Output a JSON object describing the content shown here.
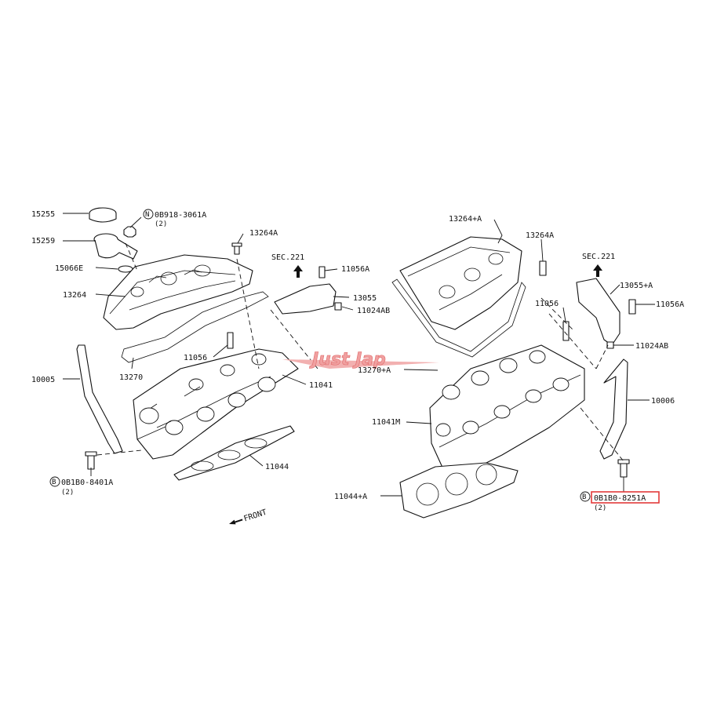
{
  "watermark": "Just Jap",
  "left": {
    "p15255": "15255",
    "p0b918_letter": "N",
    "p0b918": "0B918-3061A",
    "p0b918_qty": "(2)",
    "p15259": "15259",
    "p13264a": "13264A",
    "p15066e": "15066E",
    "p13264": "13264",
    "sec221": "SEC.221",
    "p11056a": "11056A",
    "p13055": "13055",
    "p11024ab": "11024AB",
    "p11056": "11056",
    "p13270": "13270",
    "p11041": "11041",
    "p10005": "10005",
    "p11044": "11044",
    "p0b1b0_letter": "B",
    "p0b1b0": "0B1B0-8401A",
    "p0b1b0_qty": "(2)",
    "front": "FRONT"
  },
  "right": {
    "p13264a_plus": "13264+A",
    "p13264a": "13264A",
    "sec221": "SEC.221",
    "p13055a": "13055+A",
    "p11056a": "11056A",
    "p11056": "11056",
    "p11024ab": "11024AB",
    "p13270a": "13270+A",
    "p10006": "10006",
    "p11041m": "11041M",
    "p11044a": "11044+A",
    "p0b1b0_letter": "B",
    "p0b1b0": "0B1B0-8251A",
    "p0b1b0_qty": "(2)"
  },
  "highlight_color": "#e23a3a"
}
